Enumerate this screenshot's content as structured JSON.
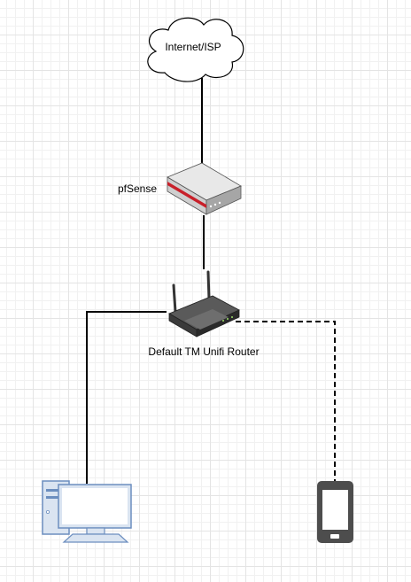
{
  "diagram": {
    "nodes": {
      "internet": {
        "label": "Internet/ISP",
        "shape": "cloud"
      },
      "pfsense": {
        "label": "pfSense",
        "icon": "firewall-appliance-icon"
      },
      "router": {
        "label": "Default TM Unifi Router",
        "icon": "wireless-router-icon"
      },
      "desktop": {
        "label": "",
        "icon": "desktop-computer-icon"
      },
      "phone": {
        "label": "",
        "icon": "mobile-phone-icon"
      }
    },
    "edges": [
      {
        "from": "internet",
        "to": "pfsense",
        "style": "solid"
      },
      {
        "from": "pfsense",
        "to": "router",
        "style": "solid"
      },
      {
        "from": "router",
        "to": "desktop",
        "style": "solid"
      },
      {
        "from": "router",
        "to": "phone",
        "style": "dashed"
      }
    ],
    "colors": {
      "line": "#000000",
      "firewall_accent": "#c8202a",
      "computer": "#6c8ebf",
      "phone": "#4d4d4d"
    }
  }
}
